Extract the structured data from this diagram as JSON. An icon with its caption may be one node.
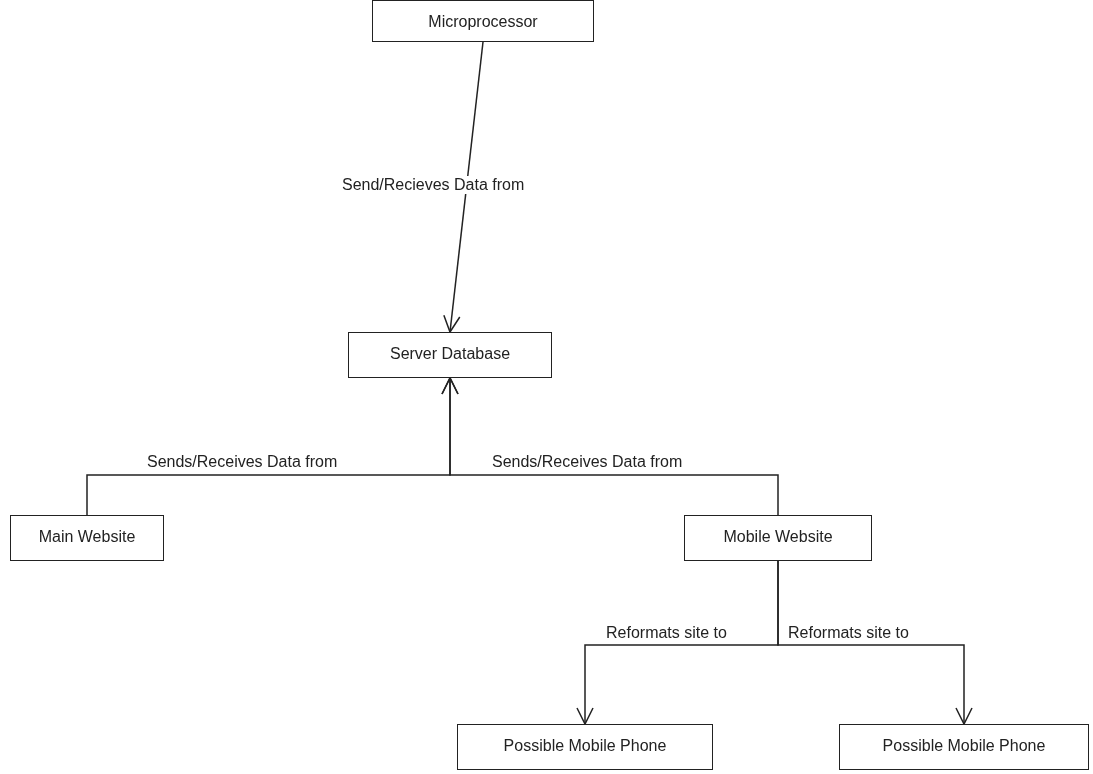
{
  "diagram": {
    "nodes": [
      {
        "text": [
          "Microprocessor"
        ]
      },
      {
        "text": [
          "Server Database"
        ]
      },
      {
        "text": [
          "Main Website"
        ]
      },
      {
        "text": [
          "Mobile Website"
        ]
      },
      {
        "text": [
          "Possible Mobile Phone"
        ]
      },
      {
        "text": [
          "Possible Mobile Phone"
        ]
      }
    ],
    "edges": [
      {
        "from": 0,
        "to": 1,
        "arrow": "to",
        "label": "Send/Recieves Data from"
      },
      {
        "from": 2,
        "to": 1,
        "arrow": "to",
        "label": "Sends/Receives Data from"
      },
      {
        "from": 3,
        "to": 1,
        "arrow": "to",
        "label": "Sends/Receives Data from"
      },
      {
        "from": 3,
        "to": 4,
        "arrow": "to",
        "label": "Reformats site to"
      },
      {
        "from": 3,
        "to": 5,
        "arrow": "to",
        "label": "Reformats site to"
      }
    ]
  }
}
